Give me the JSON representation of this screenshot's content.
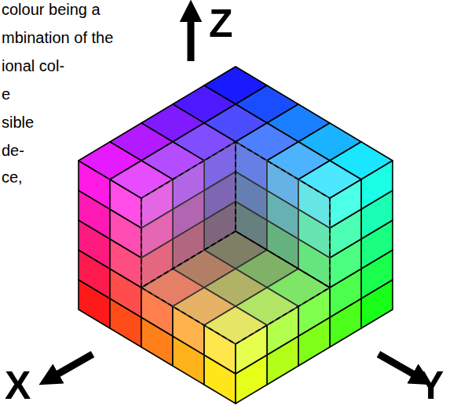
{
  "diagram": {
    "labels": [
      "colour being a",
      "mbination of the",
      "ional col-",
      "e",
      "sible",
      "de-",
      "ce,",
      "Z",
      "X",
      "Y"
    ]
  }
}
